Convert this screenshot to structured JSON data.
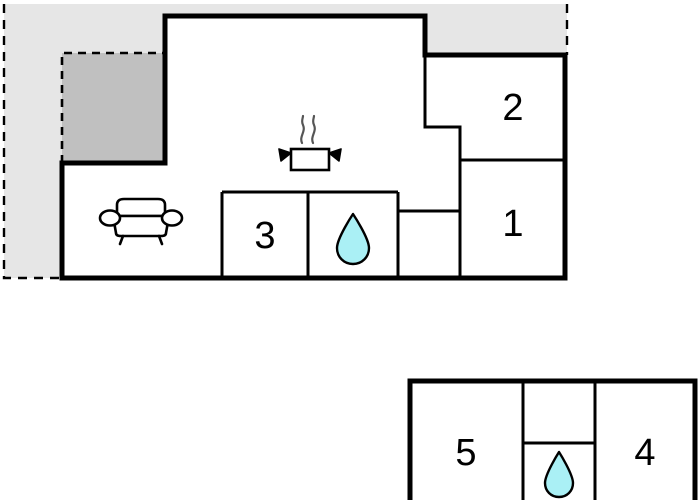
{
  "document": {
    "type": "floor-plan",
    "title": "",
    "background_color": "#ffffff",
    "wall_color": "#000000",
    "outdoor_area_color": "#e6e6e6",
    "terrace_area_color": "#c0c0c0",
    "water_drop_color": "#aaf0f5"
  },
  "upper_floor": {
    "name": "upper-floor-plan",
    "rooms": [
      {
        "id": "room-1",
        "label": "1"
      },
      {
        "id": "room-2",
        "label": "2"
      },
      {
        "id": "room-3",
        "label": "3"
      }
    ],
    "icons": [
      {
        "id": "sofa-icon",
        "name": "sofa-icon"
      },
      {
        "id": "cooking-pot-icon",
        "name": "cooking-pot-icon"
      },
      {
        "id": "water-drop-icon",
        "name": "water-drop-icon"
      }
    ],
    "areas": [
      {
        "id": "outdoor-area",
        "name": "outdoor-area",
        "fill": "#e6e6e6"
      },
      {
        "id": "terrace-area",
        "name": "terrace-area",
        "fill": "#c0c0c0"
      }
    ]
  },
  "lower_floor": {
    "name": "lower-floor-plan",
    "rooms": [
      {
        "id": "room-4",
        "label": "4"
      },
      {
        "id": "room-5",
        "label": "5"
      }
    ],
    "icons": [
      {
        "id": "water-drop-icon-2",
        "name": "water-drop-icon"
      }
    ]
  }
}
